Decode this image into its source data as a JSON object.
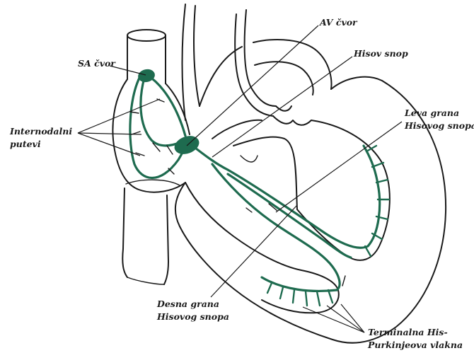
{
  "labels": {
    "sa_node": "SA čvor",
    "av_node": "AV čvor",
    "his_bundle": "Hisov snop",
    "left_branch_line1": "Leva grana",
    "left_branch_line2": "Hisovog snopa",
    "internodal_line1": "Internodalni",
    "internodal_line2": "putevi",
    "right_branch_line1": "Desna grana",
    "right_branch_line2": "Hisovog snopa",
    "purkinje_line1": "Terminalna His-",
    "purkinje_line2": "Purkinjeova vlakna"
  },
  "colors": {
    "conduction": "#1e6b4f",
    "outline": "#1a1a1a"
  }
}
